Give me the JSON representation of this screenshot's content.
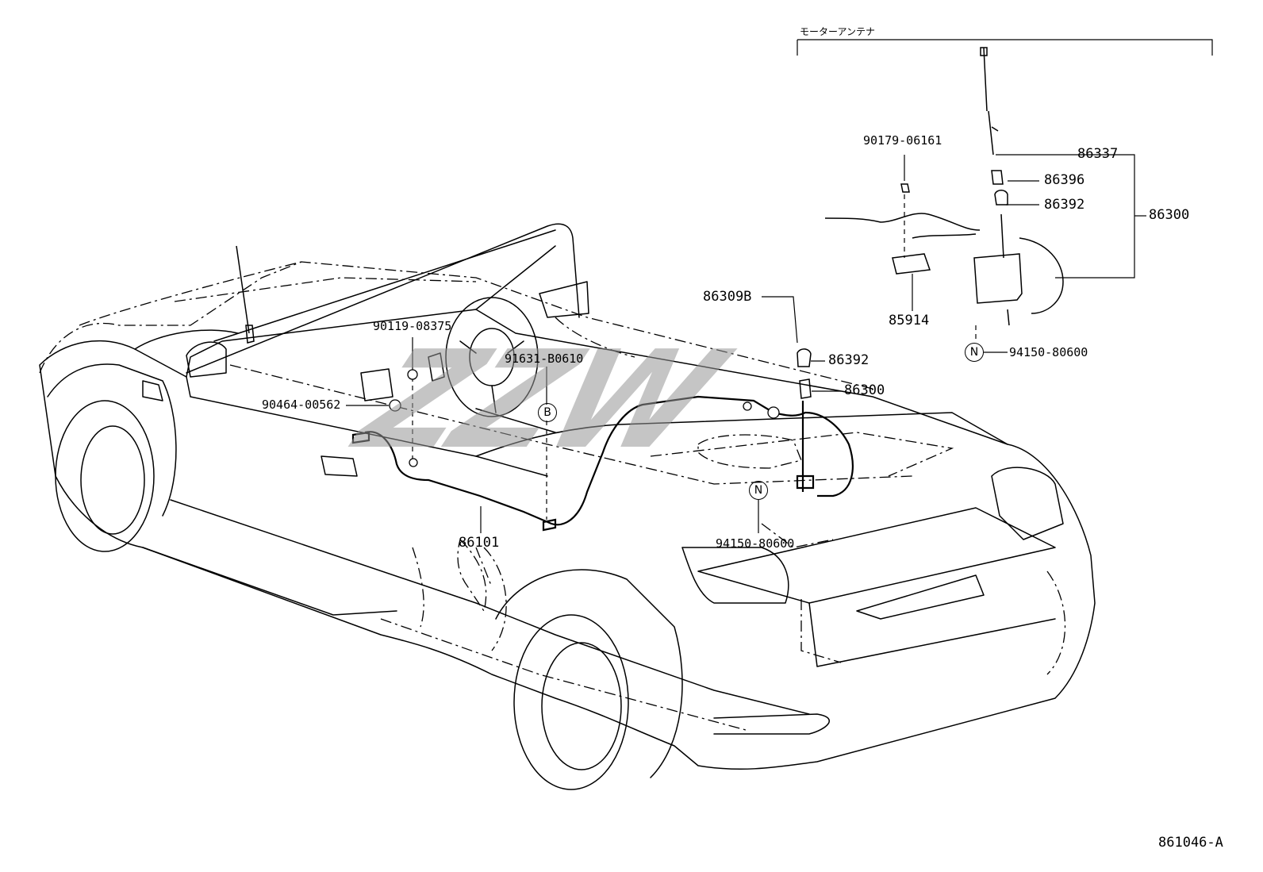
{
  "diagram": {
    "group_title": "モーターアンテナ",
    "watermark": "ZZW",
    "figure_code": "861046-A",
    "symbols": {
      "b": "B",
      "n_main": "N",
      "n_group": "N"
    },
    "parts": {
      "p90179": "90179-06161",
      "p86337": "86337",
      "p86396": "86396",
      "p86392_grp": "86392",
      "p86300_grp": "86300",
      "p85914": "85914",
      "p94150_grp": "94150-80600",
      "p86309b": "86309B",
      "p90119": "90119-08375",
      "p91631": "91631-B0610",
      "p86392": "86392",
      "p86300": "86300",
      "p90464": "90464-00562",
      "p86101": "86101",
      "p94150": "94150-80600"
    }
  }
}
